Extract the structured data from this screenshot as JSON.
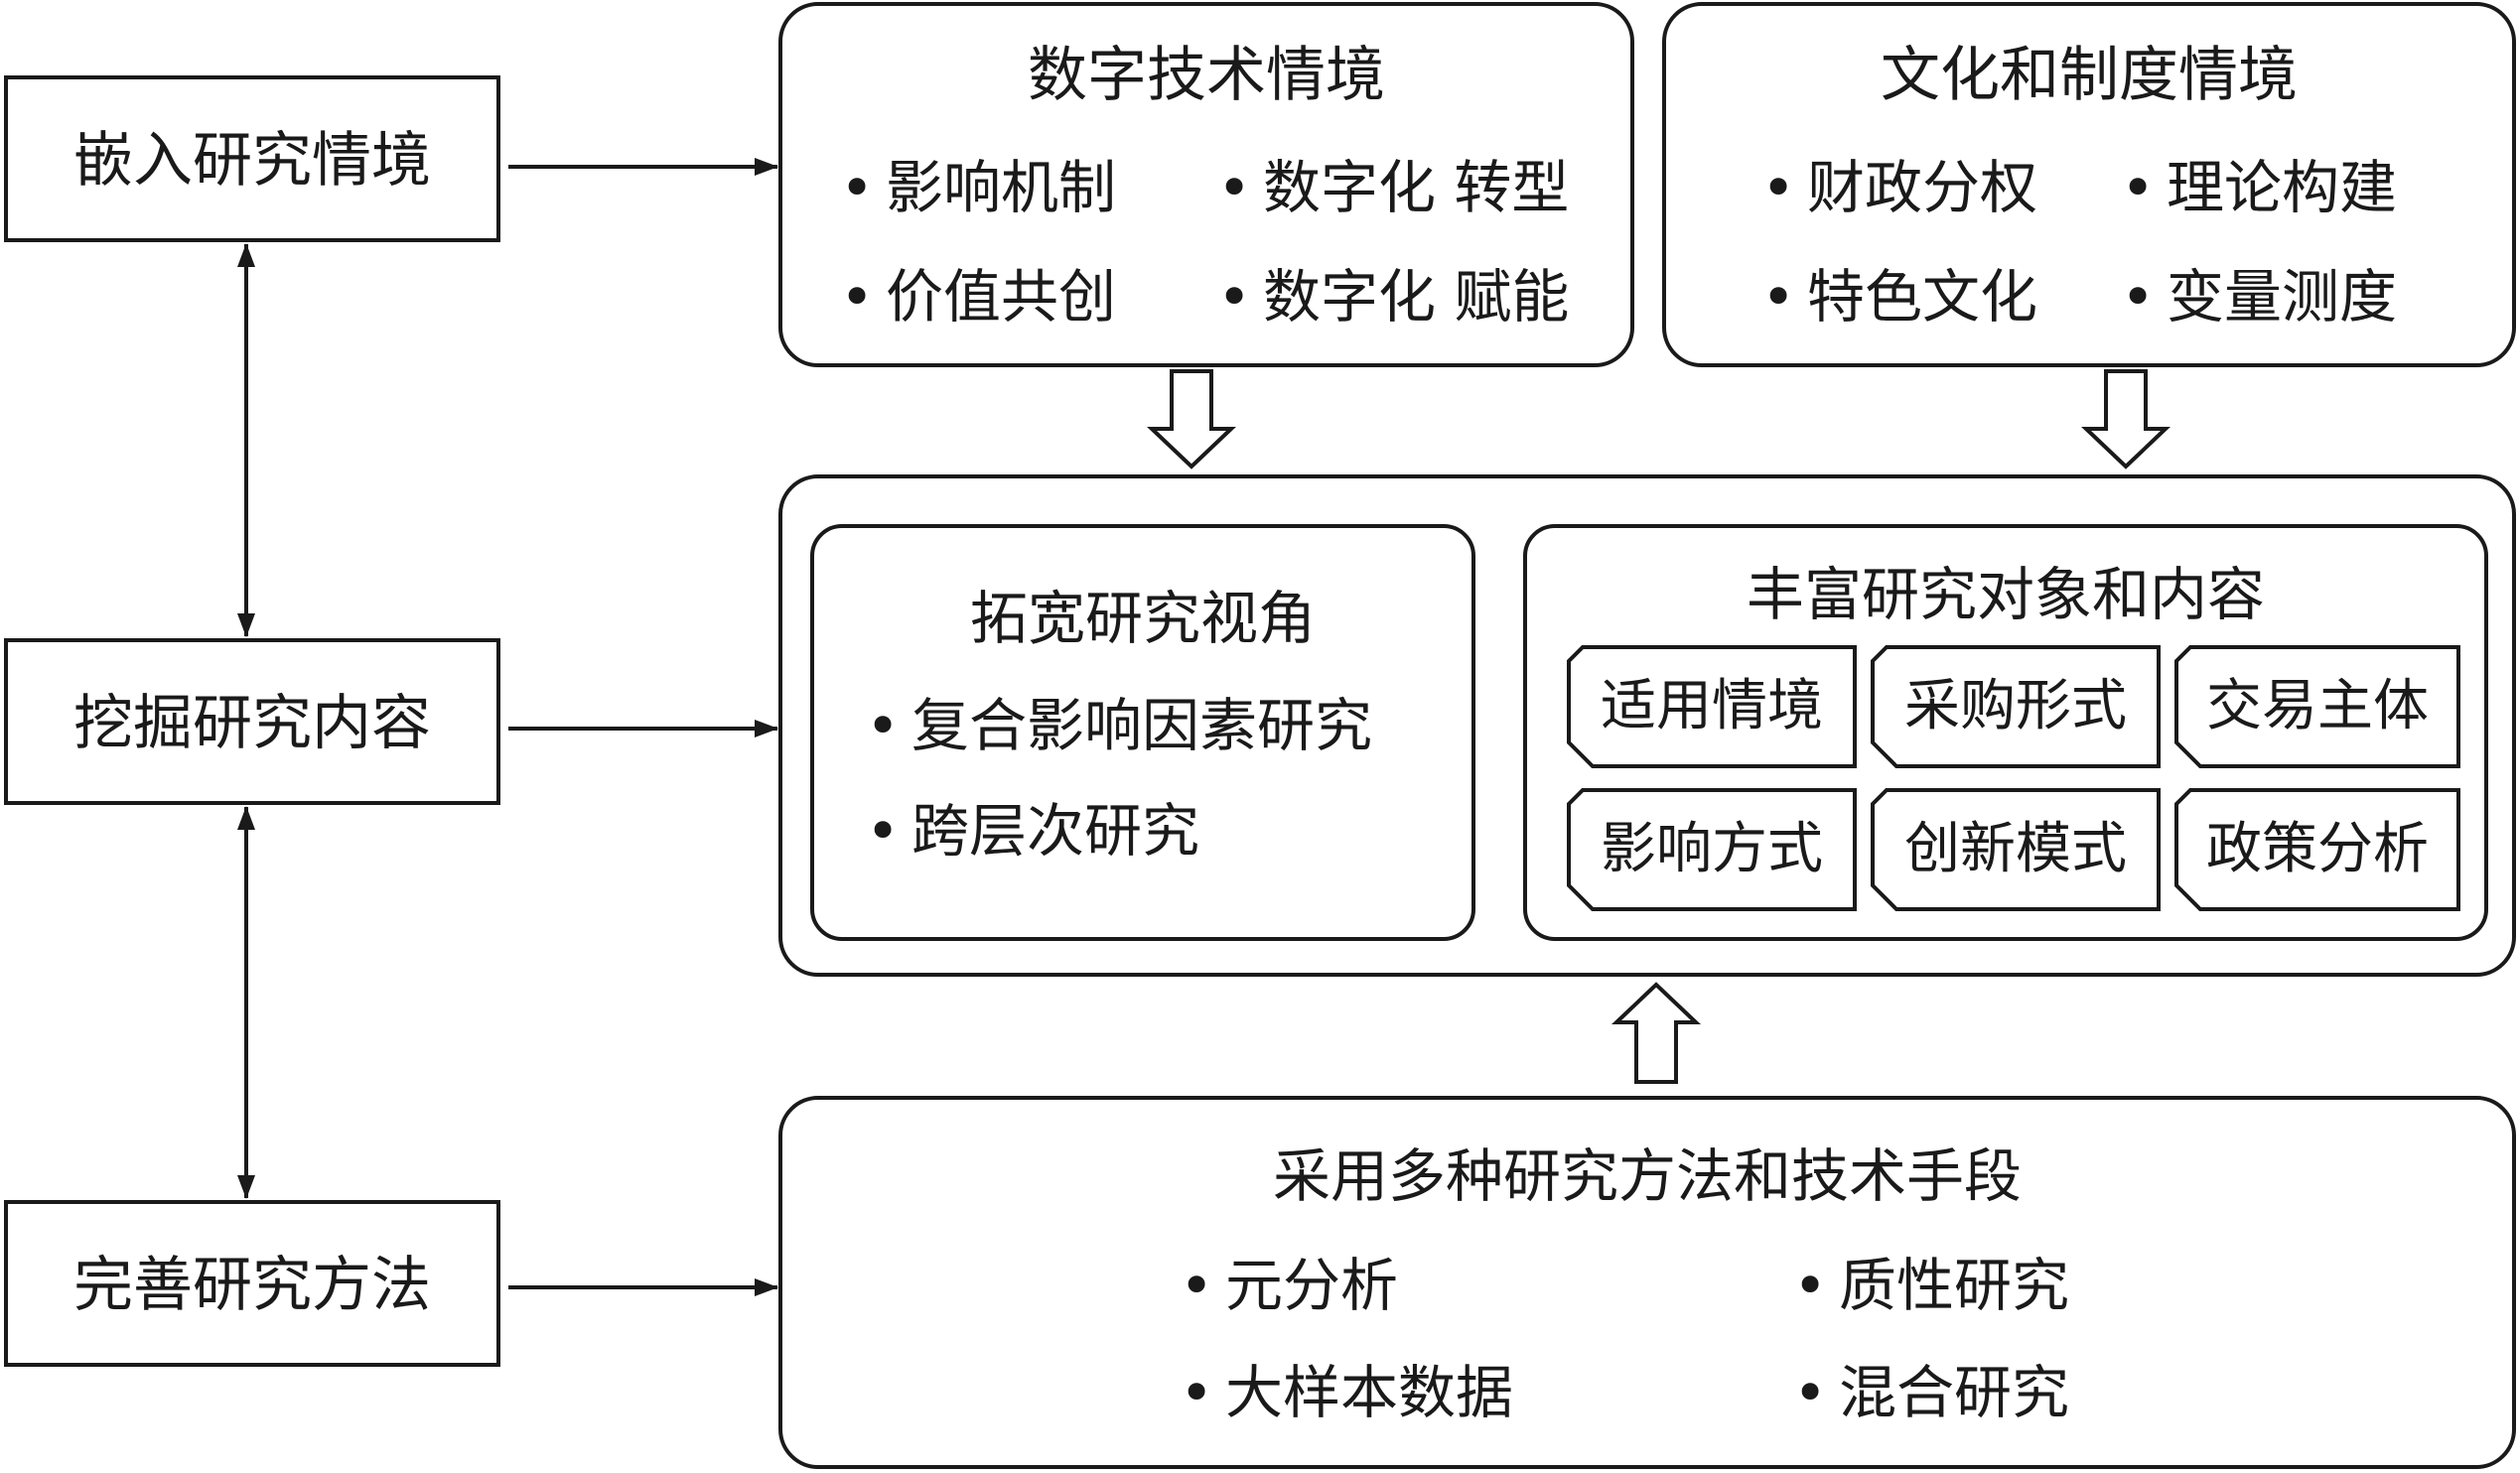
{
  "left": {
    "embed": "嵌入研究情境",
    "mine": "挖掘研究内容",
    "method": "完善研究方法"
  },
  "digital": {
    "title": "数字技术情境",
    "items": [
      "影响机制",
      "数字化 转型",
      "价值共创",
      "数字化 赋能"
    ]
  },
  "culture": {
    "title": "文化和制度情境",
    "items": [
      "财政分权",
      "理论构建",
      "特色文化",
      "变量测度"
    ]
  },
  "perspective": {
    "title": "拓宽研究视角",
    "items": [
      "复合影响因素研究",
      "跨层次研究"
    ]
  },
  "objects": {
    "title": "丰富研究对象和内容",
    "tags": [
      "适用情境",
      "采购形式",
      "交易主体",
      "影响方式",
      "创新模式",
      "政策分析"
    ]
  },
  "methods": {
    "title": "采用多种研究方法和技术手段",
    "items": [
      "元分析",
      "质性研究",
      "大样本数据",
      "混合研究"
    ]
  }
}
